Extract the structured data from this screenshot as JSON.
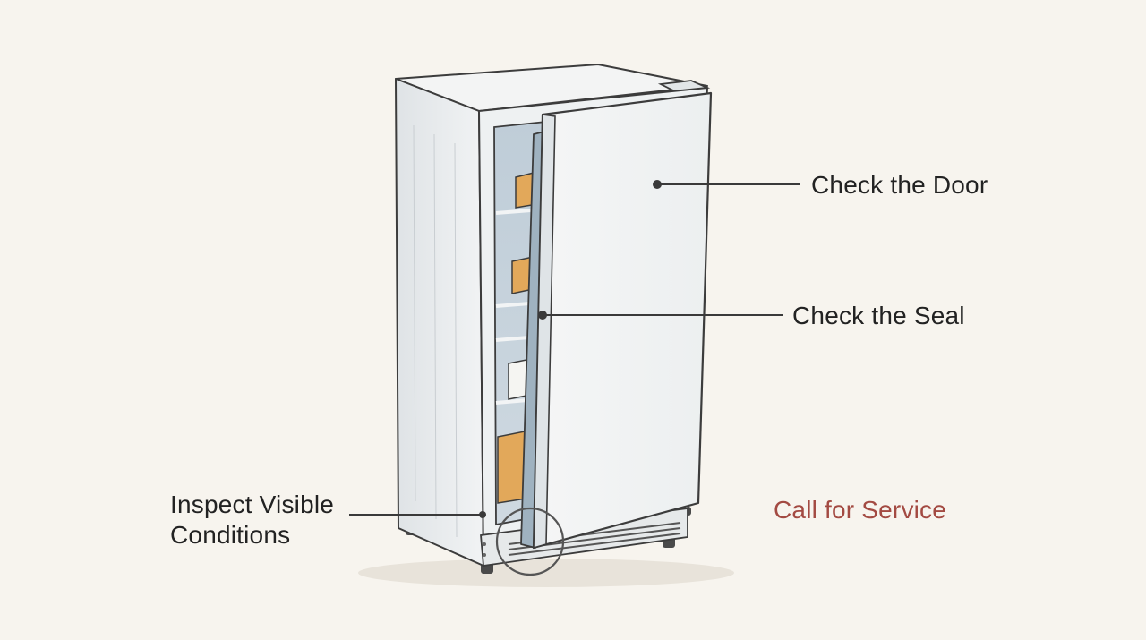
{
  "diagram": {
    "labels": {
      "check_door": "Check the Door",
      "check_seal": "Check the Seal",
      "inspect_line1": "Inspect Visible",
      "inspect_line2": "Conditions",
      "call_service": "Call for Service"
    },
    "colors": {
      "background": "#f7f4ee",
      "text": "#222222",
      "accent": "#a34a42",
      "cabinet": "#eef1f2",
      "interior": "#c9d5df",
      "bins": "#e2a85a",
      "outline": "#3c3c3c"
    }
  }
}
